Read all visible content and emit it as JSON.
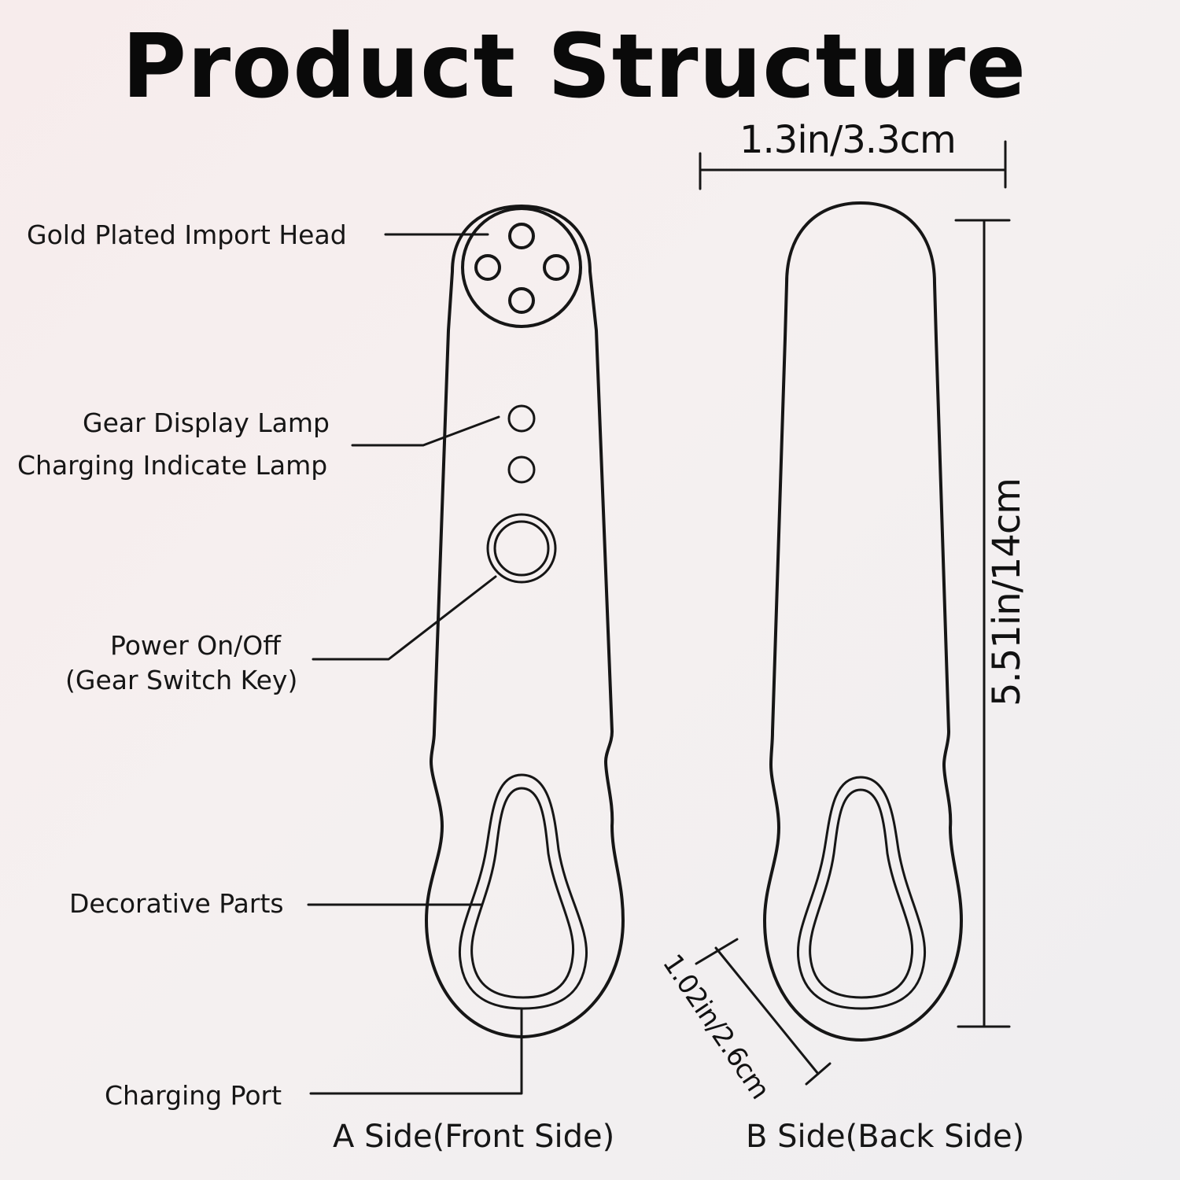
{
  "title": "Product Structure",
  "labels": {
    "import_head": "Gold Plated Import Head",
    "gear_lamp": "Gear Display Lamp",
    "charging_lamp": "Charging Indicate Lamp",
    "power_line1": "Power On/Off",
    "power_line2": "(Gear Switch Key)",
    "decorative": "Decorative Parts",
    "charging_port": "Charging Port"
  },
  "captions": {
    "front": "A Side(Front Side)",
    "back": "B Side(Back Side)"
  },
  "dimensions": {
    "width": "1.3in/3.3cm",
    "length": "5.51in/14cm",
    "loop": "1.02in/2.6cm"
  },
  "colors": {
    "line": "#161616",
    "background": "#f5efef"
  }
}
